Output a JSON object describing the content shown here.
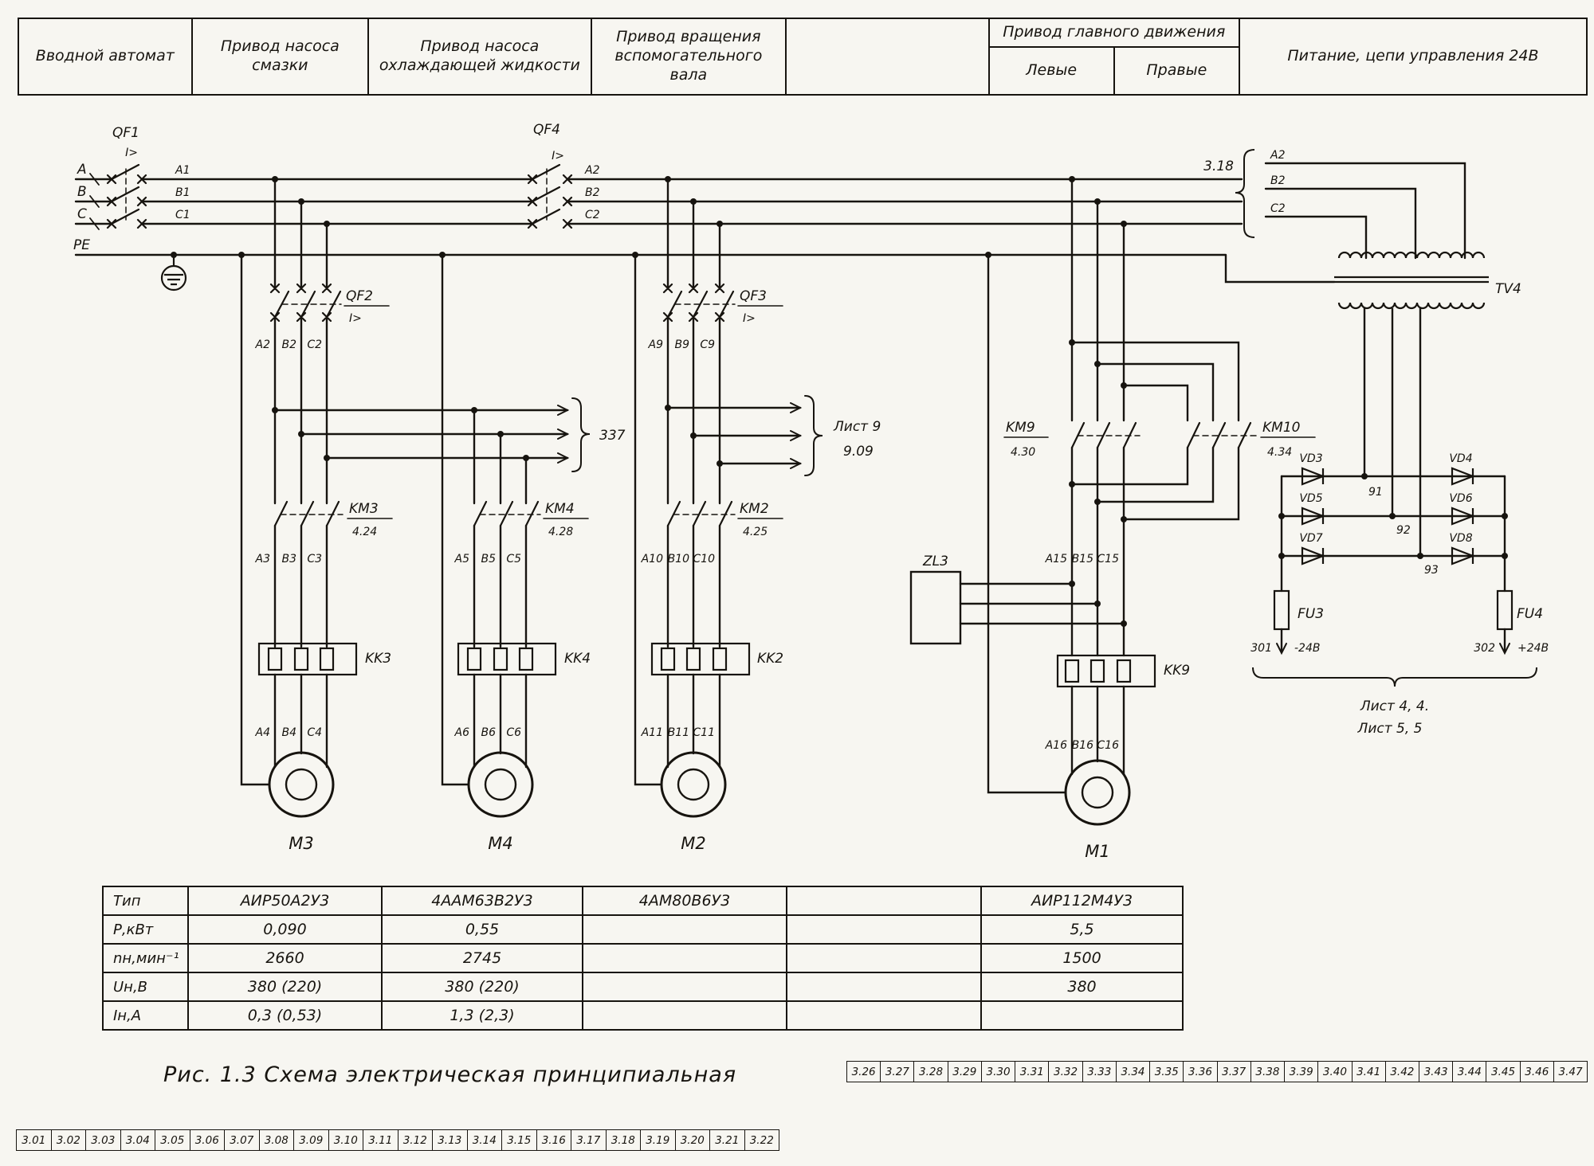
{
  "header": {
    "col_input": "Вводной автомат",
    "col_lube_pump": "Привод насоса смазки",
    "col_coolant_pump": "Привод насоса охлаждающей жидкости",
    "col_aux_shaft": "Привод вращения вспомогательного вала",
    "col_empty": "",
    "col_main_drive": "Привод главного движения",
    "col_main_left": "Левые",
    "col_main_right": "Правые",
    "col_power_24": "Питание, цепи управления 24В"
  },
  "bus": {
    "phase_a": "A",
    "phase_b": "B",
    "phase_c": "C",
    "pe": "PE",
    "a1": "A1",
    "b1": "B1",
    "c1": "C1",
    "a2": "A2",
    "b2": "B2",
    "c2": "C2"
  },
  "breakers": {
    "qf1": "QF1",
    "qf2": "QF2",
    "qf3": "QF3",
    "qf4": "QF4",
    "trip": "I>"
  },
  "branch_m3": {
    "km": "KM3",
    "km_ref": "4.24",
    "kk": "KK3",
    "motor": "M3",
    "qf_out": [
      "A2",
      "B2",
      "C2"
    ],
    "km_in": [
      "A3",
      "B3",
      "C3"
    ],
    "kk_out": [
      "A4",
      "B4",
      "C4"
    ]
  },
  "branch_m4": {
    "km": "KM4",
    "km_ref": "4.28",
    "kk": "KK4",
    "motor": "M4",
    "km_in": [
      "A5",
      "B5",
      "C5"
    ],
    "kk_out": [
      "A6",
      "B6",
      "C6"
    ]
  },
  "branch_m2": {
    "km": "KM2",
    "km_ref": "4.25",
    "kk": "KK2",
    "motor": "M2",
    "qf_out": [
      "A9",
      "B9",
      "C9"
    ],
    "km_in": [
      "A10",
      "B10",
      "C10"
    ],
    "kk_out": [
      "A11",
      "B11",
      "C11"
    ]
  },
  "branch_m1": {
    "km9": "KM9",
    "km9_ref": "4.30",
    "km10": "KM10",
    "km10_ref": "4.34",
    "kk": "KK9",
    "motor": "M1",
    "filter": "ZL3",
    "km_in": [
      "A15",
      "B15",
      "C15"
    ],
    "kk_out": [
      "A16",
      "B16",
      "C16"
    ]
  },
  "refs": {
    "to_337": "337",
    "sheet9_line1": "Лист 9",
    "sheet9_line2": "9.09",
    "from_318": "3.18",
    "sheet44": "Лист 4, 4.",
    "sheet55": "Лист 5, 5"
  },
  "power24": {
    "tv": "TV4",
    "right_a": "A2",
    "right_b": "B2",
    "right_c": "C2",
    "vd3": "VD3",
    "vd4": "VD4",
    "vd5": "VD5",
    "vd6": "VD6",
    "vd7": "VD7",
    "vd8": "VD8",
    "n91": "91",
    "n92": "92",
    "n93": "93",
    "fu3": "FU3",
    "fu4": "FU4",
    "t301": "301",
    "neg24": "-24В",
    "t302": "302",
    "pos24": "+24В"
  },
  "spec_table": {
    "row_labels": [
      "Тип",
      "Р,кВт",
      "nн,мин⁻¹",
      "Uн,В",
      "Iн,А"
    ],
    "rows": [
      [
        "АИР50А2У3",
        "4ААМ63В2У3",
        "4АМ80В6У3",
        "",
        "АИР112М4У3"
      ],
      [
        "0,090",
        "0,55",
        "",
        "",
        "5,5"
      ],
      [
        "2660",
        "2745",
        "",
        "",
        "1500"
      ],
      [
        "380 (220)",
        "380 (220)",
        "",
        "",
        "380"
      ],
      [
        "0,3 (0,53)",
        "1,3 (2,3)",
        "",
        "",
        ""
      ]
    ]
  },
  "caption": "Рис. 1.3  Схема электрическая принципиальная",
  "sheet_refs": {
    "top": [
      "3.26",
      "3.27",
      "3.28",
      "3.29",
      "3.30",
      "3.31",
      "3.32",
      "3.33",
      "3.34",
      "3.35",
      "3.36",
      "3.37",
      "3.38",
      "3.39",
      "3.40",
      "3.41",
      "3.42",
      "3.43",
      "3.44",
      "3.45",
      "3.46",
      "3.47"
    ],
    "bottom": [
      "3.01",
      "3.02",
      "3.03",
      "3.04",
      "3.05",
      "3.06",
      "3.07",
      "3.08",
      "3.09",
      "3.10",
      "3.11",
      "3.12",
      "3.13",
      "3.14",
      "3.15",
      "3.16",
      "3.17",
      "3.18",
      "3.19",
      "3.20",
      "3.21",
      "3.22"
    ]
  }
}
